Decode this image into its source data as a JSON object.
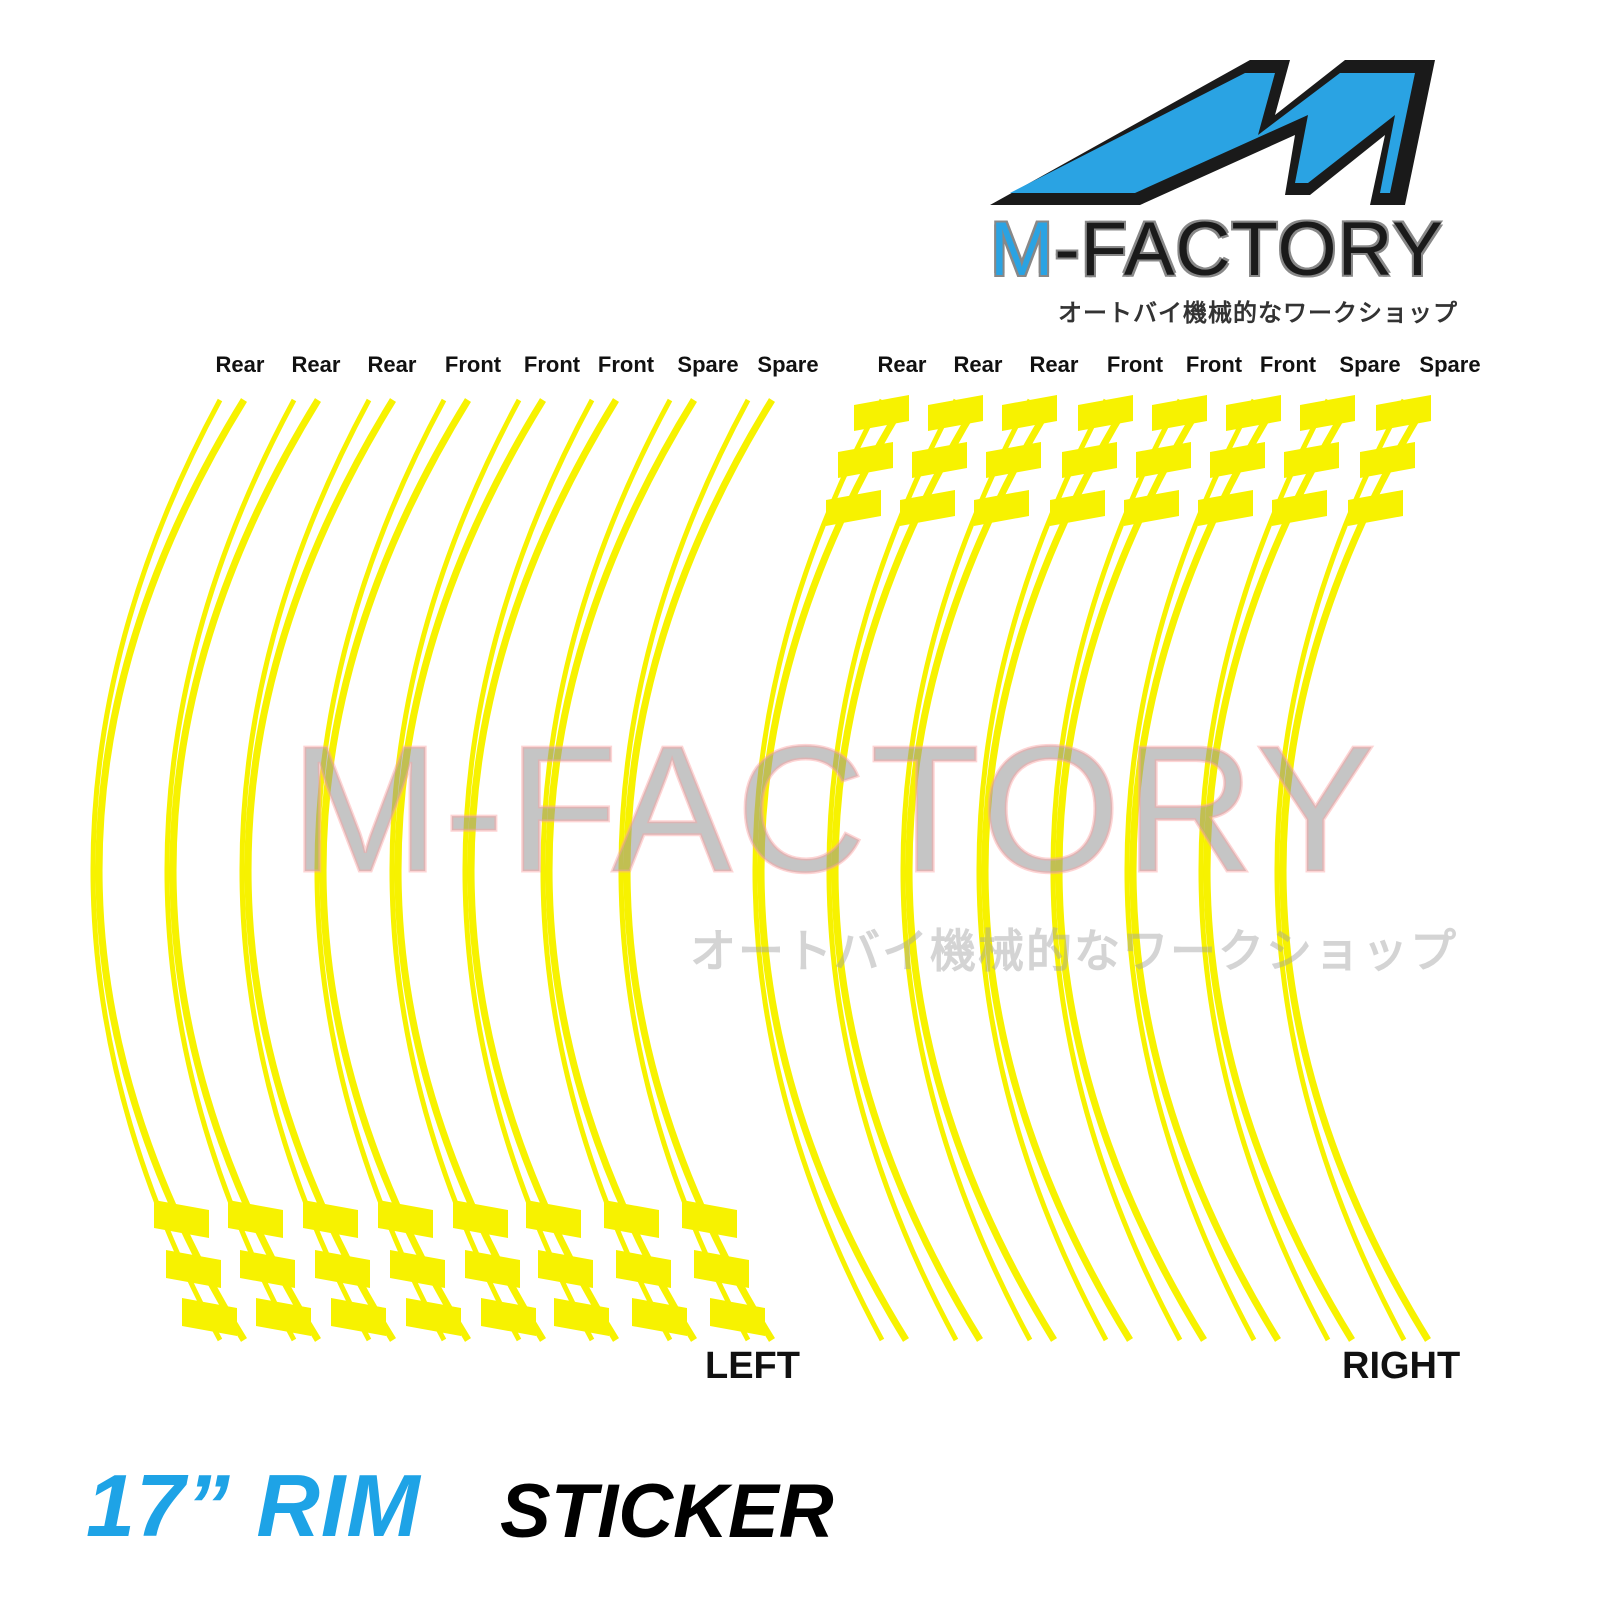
{
  "brand": {
    "name": "M-FACTORY",
    "name_initial": "M",
    "name_rest": "-FACTORY",
    "tagline_jp": "オートバイ機械的なワークショップ",
    "color_primary": "#2aa3e3",
    "color_dark": "#1a1a1a"
  },
  "watermark": {
    "name": "M-FACTORY",
    "tagline_jp": "オートバイ機械的なワークショップ"
  },
  "left_set": {
    "side_label": "LEFT",
    "position_labels": [
      "Rear",
      "Rear",
      "Rear",
      "Front",
      "Front",
      "Front",
      "Spare",
      "Spare"
    ]
  },
  "right_set": {
    "side_label": "RIGHT",
    "position_labels": [
      "Rear",
      "Rear",
      "Rear",
      "Front",
      "Front",
      "Front",
      "Spare",
      "Spare"
    ]
  },
  "stripe_color": "#f7f200",
  "footer": {
    "size": "17” RIM",
    "word": "STICKER",
    "size_color": "#1ea3e6"
  }
}
